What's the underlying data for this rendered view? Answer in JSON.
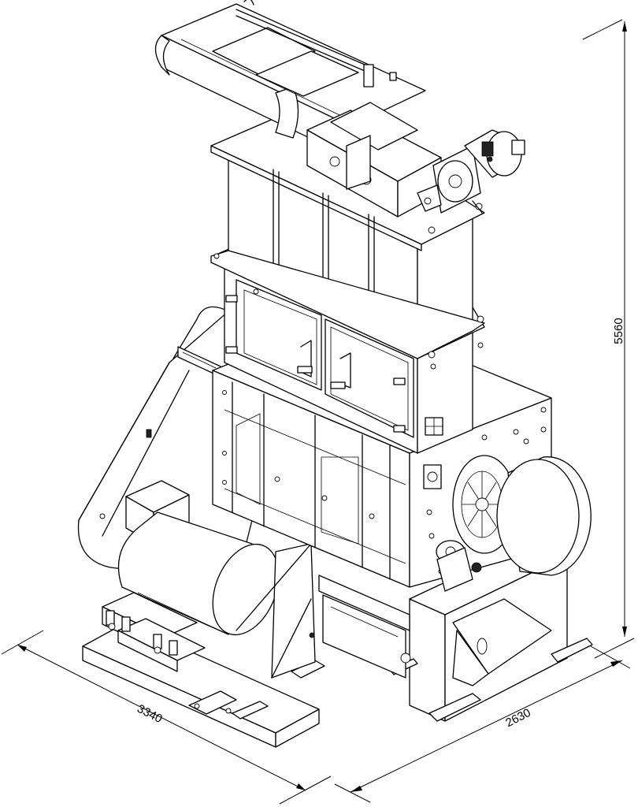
{
  "dimensions": {
    "height": "5560",
    "length": "3340",
    "width": "2630"
  }
}
